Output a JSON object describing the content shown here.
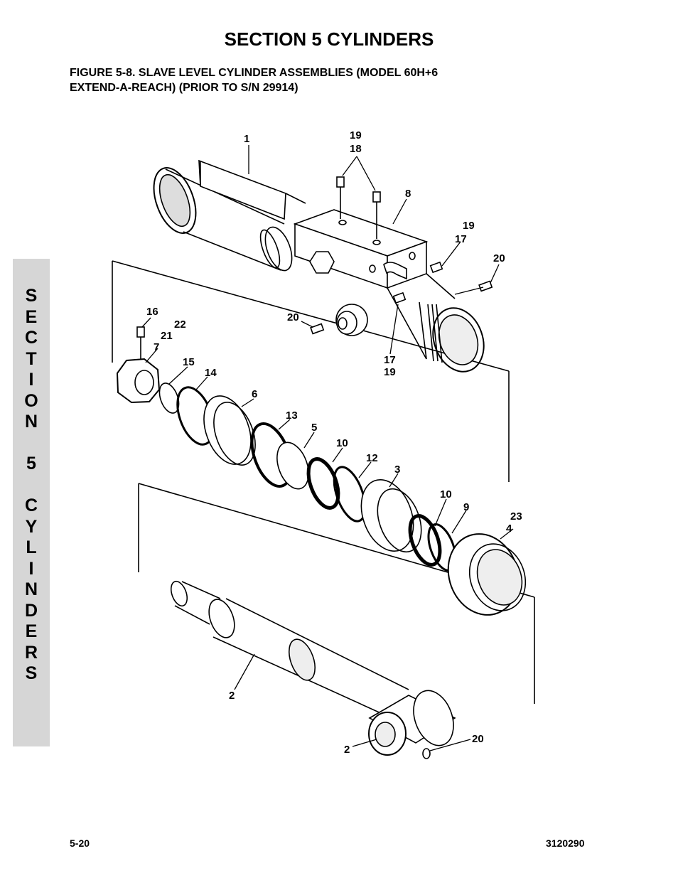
{
  "header": {
    "section_title": "SECTION 5  CYLINDERS",
    "figure_caption_line1": "FIGURE 5-8.    SLAVE LEVEL CYLINDER ASSEMBLIES (MODEL 60H+6",
    "figure_caption_line2": "EXTEND-A-REACH) (PRIOR TO S/N 29914)"
  },
  "side_tab": {
    "letters": [
      "S",
      "E",
      "C",
      "T",
      "I",
      "O",
      "N",
      "",
      "5",
      "",
      "C",
      "Y",
      "L",
      "I",
      "N",
      "D",
      "E",
      "R",
      "S"
    ]
  },
  "diagram": {
    "callouts": [
      "1",
      "19",
      "18",
      "8",
      "19",
      "17",
      "20",
      "16",
      "22",
      "21",
      "7",
      "20",
      "15",
      "14",
      "17",
      "19",
      "6",
      "13",
      "5",
      "10",
      "12",
      "3",
      "10",
      "9",
      "23",
      "4",
      "2",
      "2",
      "20"
    ]
  },
  "footer": {
    "page_number": "5-20",
    "document_number": "3120290"
  }
}
